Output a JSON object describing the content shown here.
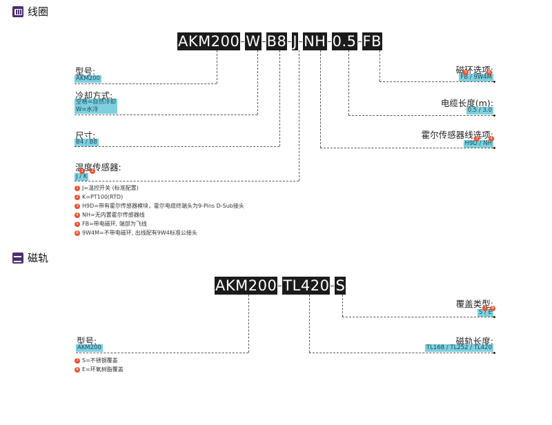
{
  "coil": {
    "section_title": "线圈",
    "code_segments": [
      "AKM200",
      "W",
      "B8",
      "J",
      "NH",
      "0.5",
      "FB"
    ],
    "model": {
      "label": "型号:",
      "value": "AKM200"
    },
    "cooling": {
      "label": "冷却方式:",
      "values": [
        "空格=自然冷却",
        "W=水冷"
      ]
    },
    "size": {
      "label": "尺寸:",
      "value": "B4 / B8"
    },
    "temp_sensor": {
      "label": "温度传感器:",
      "value": "J / K",
      "badges": [
        "1",
        "2"
      ]
    },
    "magnet_ring": {
      "label": "磁环选项:",
      "value": "FB / 9W4M",
      "badges": [
        "5",
        "6"
      ]
    },
    "cable_length": {
      "label": "电缆长度(m):",
      "value": "0.5 / 3.0"
    },
    "hall_cable": {
      "label": "霍尔传感器线选项:",
      "value": "H9D / NH",
      "badges": [
        "3",
        "4"
      ]
    },
    "notes": [
      {
        "num": "1",
        "text": "J=温控开关 (标准配置)"
      },
      {
        "num": "2",
        "text": "K=PT100(RTD)"
      },
      {
        "num": "3",
        "text": "H9D=带有霍尔传感器模块，霍尔电缆终端头为9-Pins D-Sub接头"
      },
      {
        "num": "4",
        "text": "NH=无内置霍尔传感器线"
      },
      {
        "num": "5",
        "text": "FB=带电磁环, 端部为飞线"
      },
      {
        "num": "6",
        "text": "9W4M=不带电磁环, 出线配有9W4标准公接头"
      }
    ]
  },
  "track": {
    "section_title": "磁轨",
    "code_segments": [
      "AKM200",
      "TL420",
      "S"
    ],
    "cover": {
      "label": "覆盖类型:",
      "value": "S / E",
      "badges": [
        "7",
        "8"
      ]
    },
    "model": {
      "label": "型号:",
      "value": "AKM200"
    },
    "track_length": {
      "label": "磁轨长度:",
      "value": "TL168 / TL252 / TL420"
    },
    "notes": [
      {
        "num": "7",
        "text": "S=不锈钢覆盖"
      },
      {
        "num": "8",
        "text": "E=环氧树脂覆盖"
      }
    ]
  },
  "colors": {
    "badge": "#e94f2e",
    "value_bg": "#7fd0df",
    "code_bg": "#1b1b1b",
    "icon": "#4a2d6e"
  },
  "icons": [
    "coil-icon",
    "magnet-track-icon"
  ]
}
